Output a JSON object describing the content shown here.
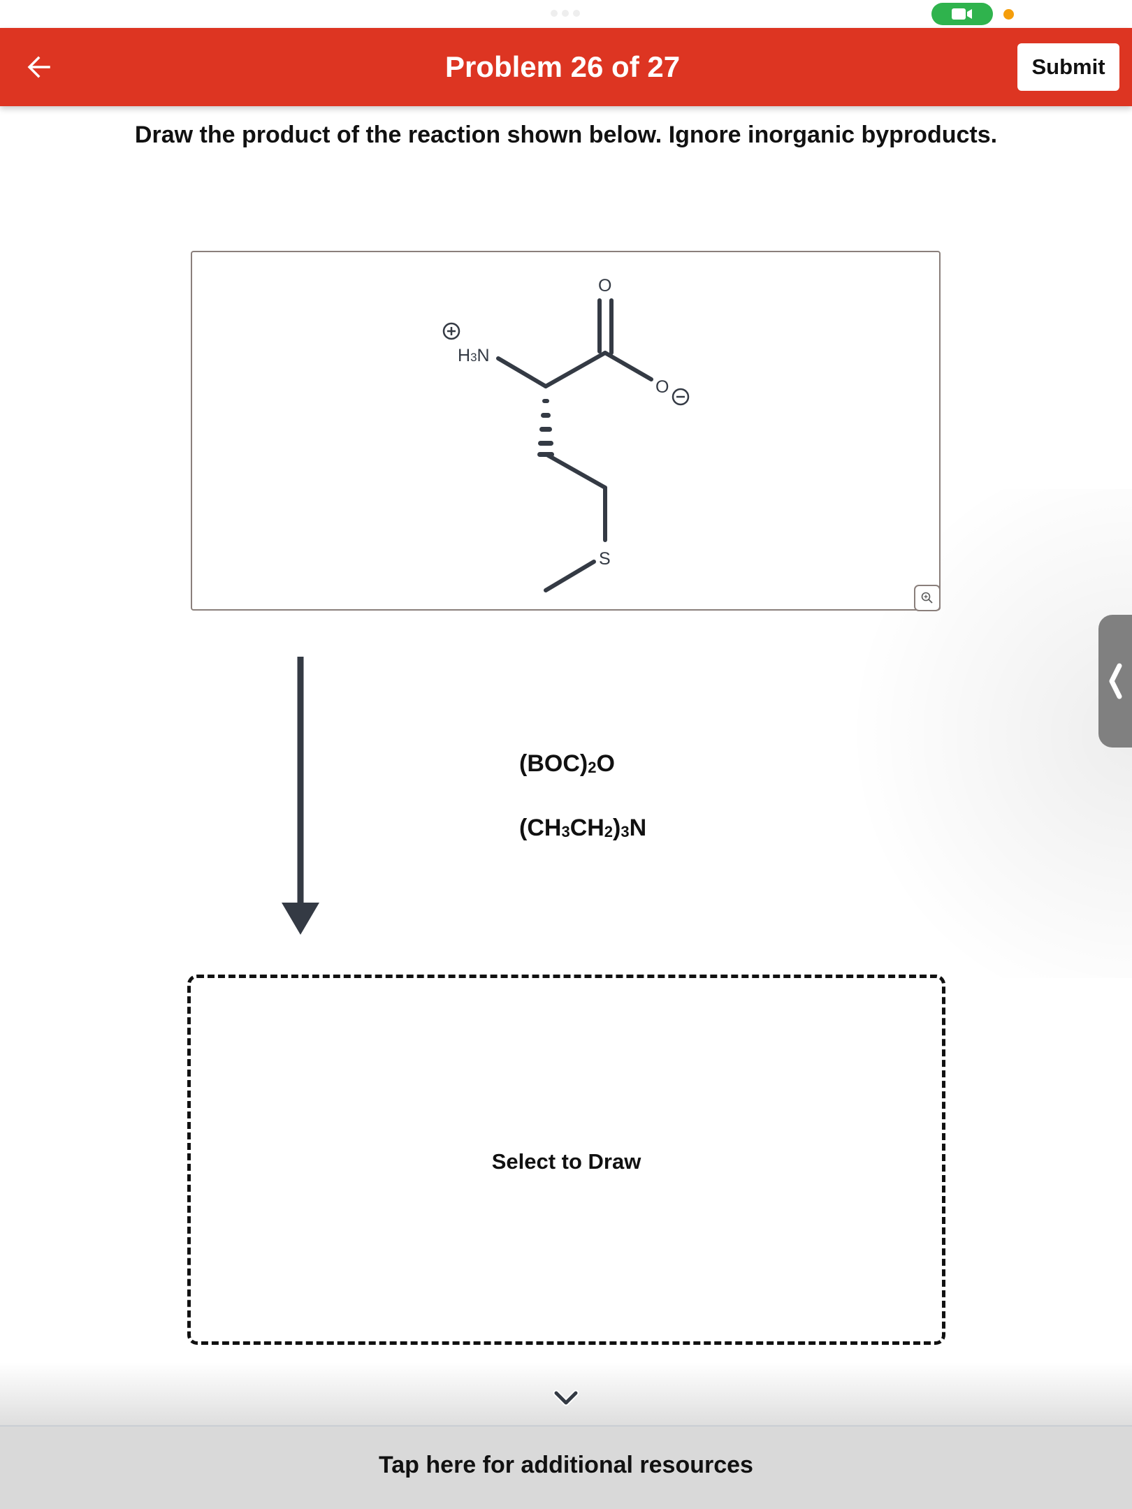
{
  "status_bar": {
    "multitask_dots": 3,
    "camera_indicator": "video-camera-icon",
    "mic_indicator_color": "#f59e0b",
    "camera_pill_color": "#2fb34d"
  },
  "header": {
    "back_icon": "arrow-left-icon",
    "title": "Problem 26 of 27",
    "submit_label": "Submit",
    "background_color": "#dd3522"
  },
  "question": {
    "prompt": "Draw the product of the reaction shown below. Ignore inorganic byproducts."
  },
  "reactant": {
    "name": "methionine (zwitterion)",
    "labels": {
      "charge_plus": "+",
      "amine": "H3N",
      "amine_h": "H",
      "amine_sub": "3",
      "amine_n": "N",
      "carbonyl_o": "O",
      "carboxylate_o": "O",
      "charge_minus": "−",
      "sulfur": "S"
    },
    "zoom_icon": "zoom-in-icon"
  },
  "reaction": {
    "arrow_icon": "arrow-down-icon",
    "reagents": [
      {
        "base": "(BOC)",
        "sub": "2",
        "tail": "O"
      },
      {
        "p1": "(CH",
        "s1": "3",
        "p2": "CH",
        "s2": "2",
        "p3": ")",
        "s3": "3",
        "p4": "N"
      }
    ]
  },
  "answer": {
    "placeholder": "Select to Draw"
  },
  "side_panel": {
    "icon": "chevron-left-icon"
  },
  "footer": {
    "expand_icon": "chevron-down-icon",
    "resources_label": "Tap here for additional resources"
  }
}
